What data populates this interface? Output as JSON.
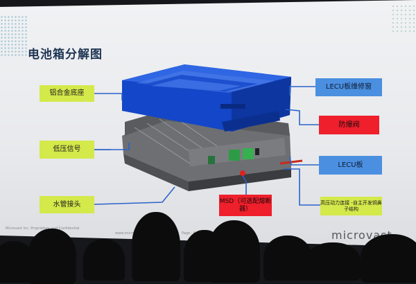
{
  "slide": {
    "title": "电池箱分解图",
    "left_labels": [
      {
        "text": "铝合金底座",
        "color": "#d4e94a"
      },
      {
        "text": "低压信号",
        "color": "#d4e94a"
      },
      {
        "text": "水管接头",
        "color": "#d4e94a"
      }
    ],
    "right_labels": [
      {
        "text": "LECU板维修窗",
        "color": "#4b8fe0"
      },
      {
        "text": "防爆阀",
        "color": "#ef1f2c"
      },
      {
        "text": "LECU板",
        "color": "#4b8fe0"
      },
      {
        "text": "高压动力连接 -自主开发铜鼻子结构",
        "color": "#d4e94a"
      }
    ],
    "bottom_label": {
      "text": "MSD（可选配熔断器）",
      "color": "#ef1f2c"
    },
    "footer": {
      "left": "Microvast Inc. Proprietary and Confidential",
      "center": "www.microvast.com",
      "page": "Page : 6"
    },
    "brand": "microvast"
  },
  "icons": [
    "battery-lid-graphic",
    "battery-module-graphic"
  ]
}
